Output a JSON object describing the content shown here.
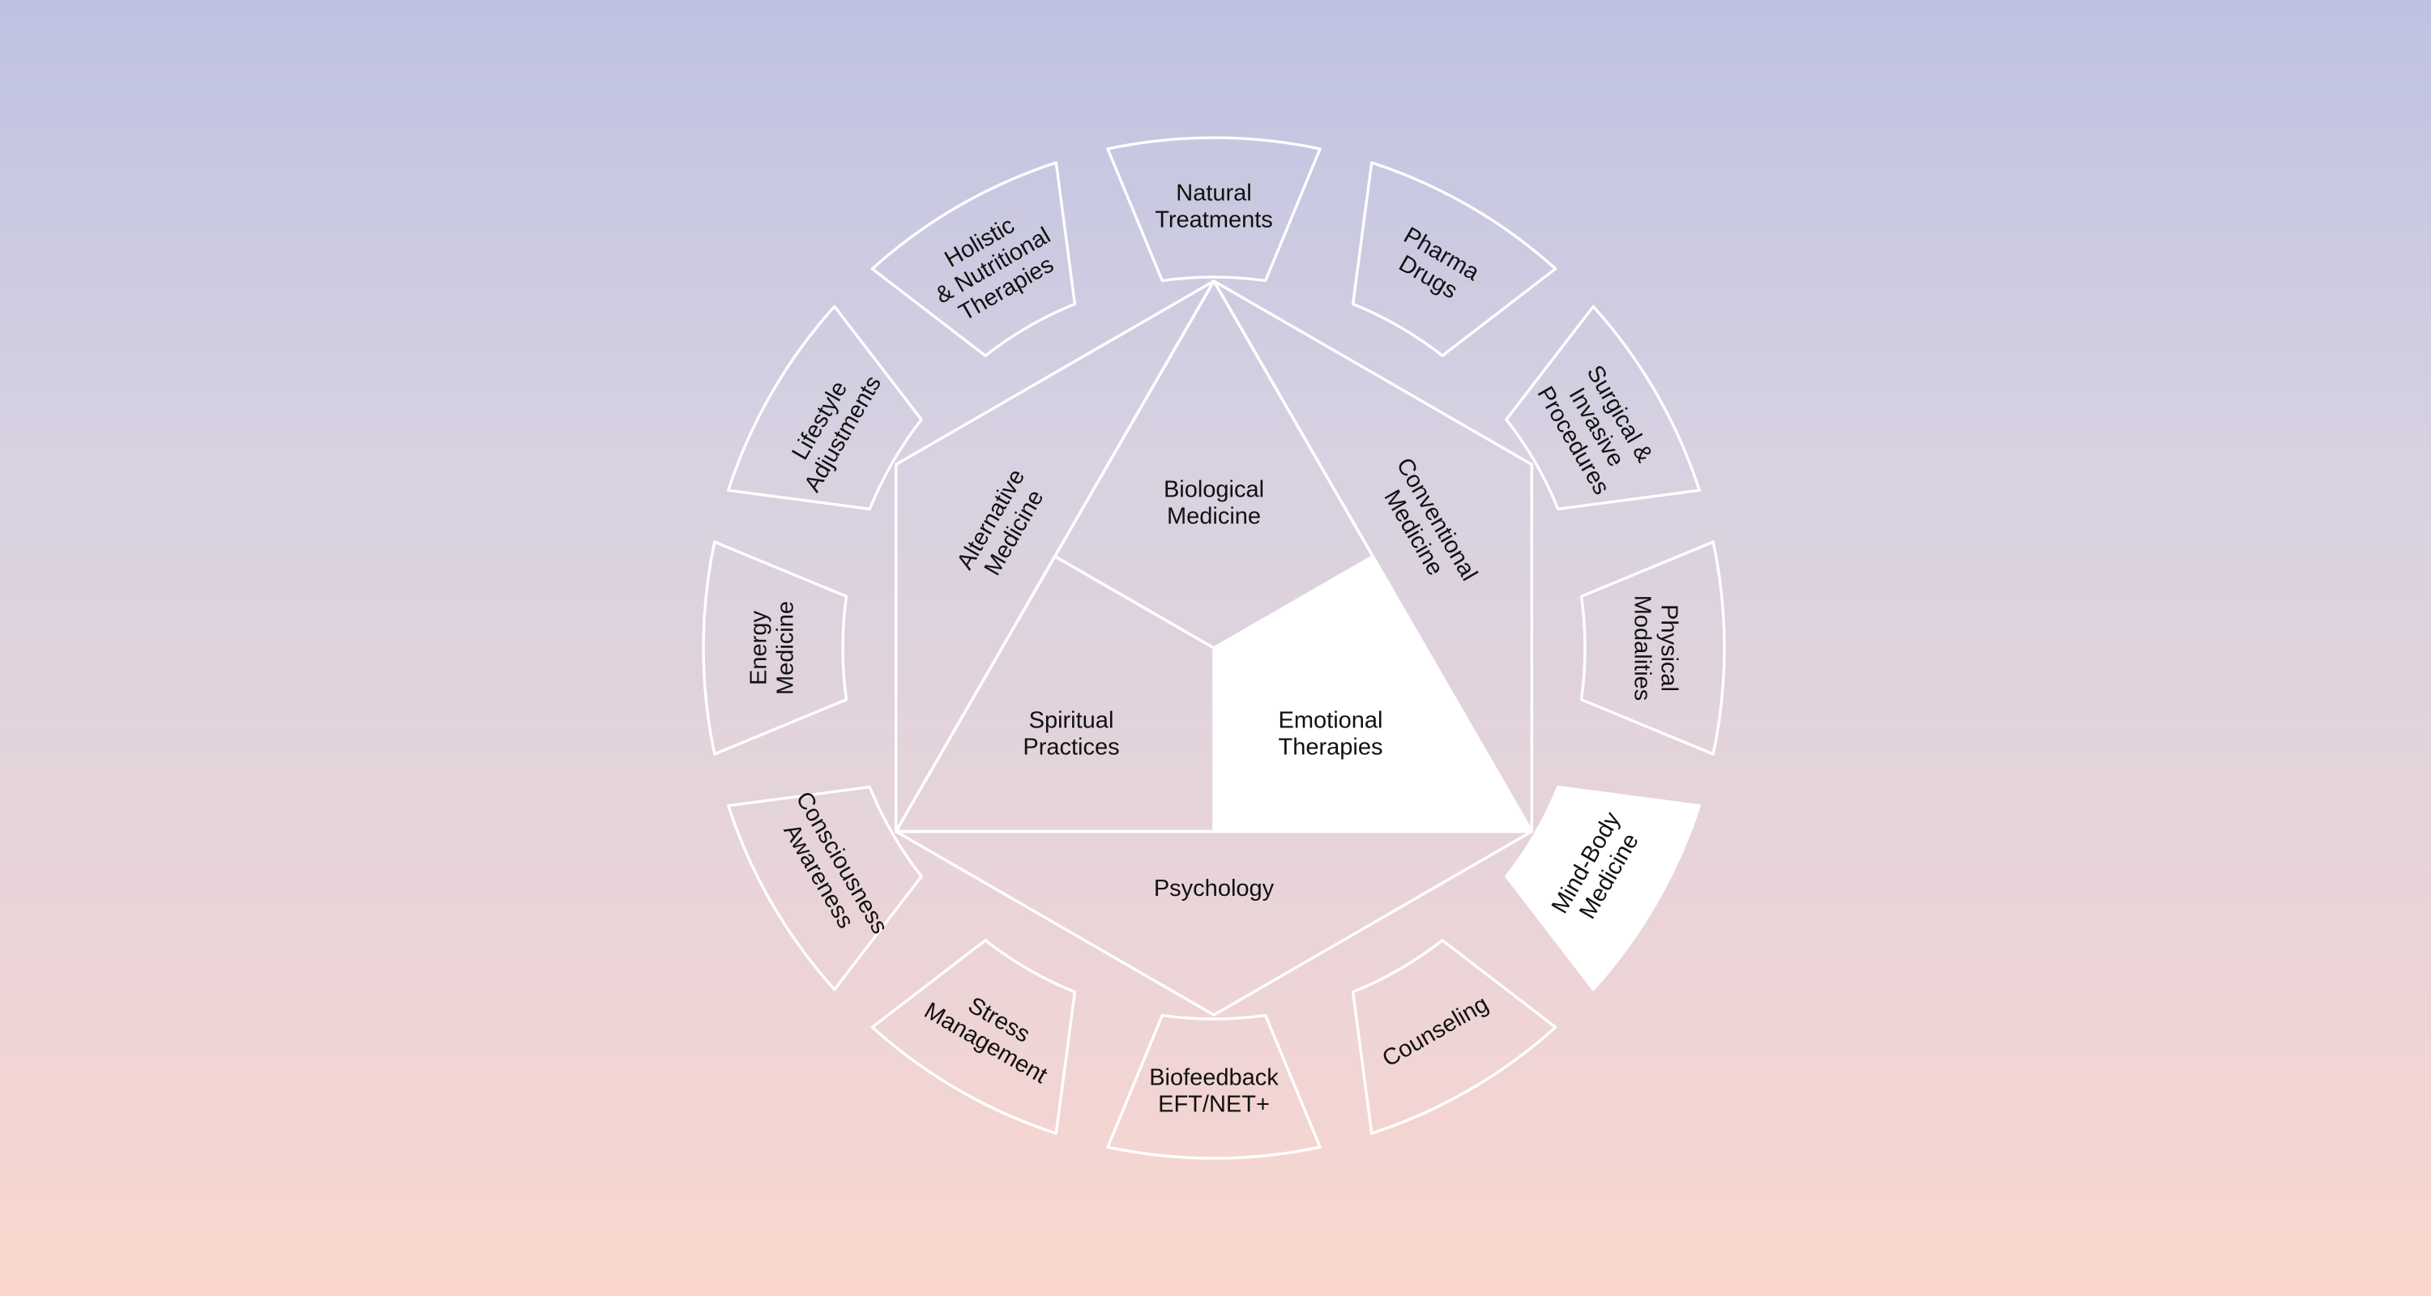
{
  "highlight_color": "#ffffff",
  "stroke_color": "#ffffff",
  "outer_ring": [
    {
      "id": "natural-treatments",
      "lines": [
        "Natural",
        "Treatments"
      ],
      "highlighted": false
    },
    {
      "id": "pharma-drugs",
      "lines": [
        "Pharma",
        "Drugs"
      ],
      "highlighted": false
    },
    {
      "id": "surgical-invasive-procedures",
      "lines": [
        "Surgical &",
        "Invasive",
        "Procedures"
      ],
      "highlighted": false
    },
    {
      "id": "physical-modalities",
      "lines": [
        "Physical",
        "Modalities"
      ],
      "highlighted": false
    },
    {
      "id": "mind-body-medicine",
      "lines": [
        "Mind-Body",
        "Medicine"
      ],
      "highlighted": true
    },
    {
      "id": "counseling",
      "lines": [
        "Counseling"
      ],
      "highlighted": false
    },
    {
      "id": "biofeedback-eft-net",
      "lines": [
        "Biofeedback",
        "EFT/NET+"
      ],
      "highlighted": false
    },
    {
      "id": "stress-management",
      "lines": [
        "Stress",
        "Management"
      ],
      "highlighted": false
    },
    {
      "id": "consciousness-awareness",
      "lines": [
        "Consciousness",
        "Awareness"
      ],
      "highlighted": false
    },
    {
      "id": "energy-medicine",
      "lines": [
        "Energy",
        "Medicine"
      ],
      "highlighted": false
    },
    {
      "id": "lifestyle-adjustments",
      "lines": [
        "Lifestyle",
        "Adjustments"
      ],
      "highlighted": false
    },
    {
      "id": "holistic-nutritional-therapies",
      "lines": [
        "Holistic",
        "& Nutritional",
        "Therapies"
      ],
      "highlighted": false
    }
  ],
  "middle_ring": [
    {
      "id": "alternative-medicine",
      "lines": [
        "Alternative",
        "Medicine"
      ]
    },
    {
      "id": "conventional-medicine",
      "lines": [
        "Conventional",
        "Medicine"
      ]
    },
    {
      "id": "psychology",
      "lines": [
        "Psychology"
      ]
    }
  ],
  "inner": [
    {
      "id": "biological-medicine",
      "lines": [
        "Biological",
        "Medicine"
      ],
      "highlighted": false
    },
    {
      "id": "spiritual-practices",
      "lines": [
        "Spiritual",
        "Practices"
      ],
      "highlighted": false
    },
    {
      "id": "emotional-therapies",
      "lines": [
        "Emotional",
        "Therapies"
      ],
      "highlighted": true
    }
  ]
}
